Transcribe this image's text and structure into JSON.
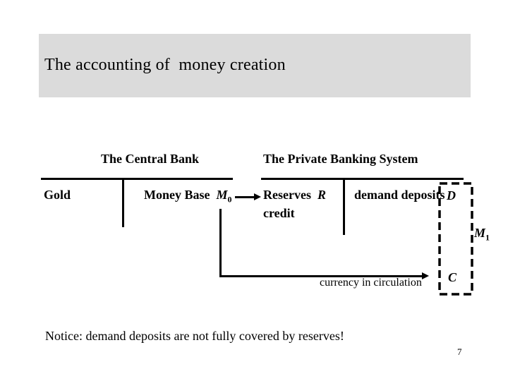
{
  "slide": {
    "title": "The accounting of  money creation",
    "notice": "Notice: demand deposits are not fully covered by reserves!",
    "page_number": "7"
  },
  "central_bank": {
    "header": "The Central Bank",
    "asset_gold": "Gold",
    "liability_money_base": "Money Base",
    "money_base_symbol": "M",
    "money_base_sub": "0"
  },
  "private_bank": {
    "header": "The Private Banking System",
    "asset_reserves": "Reserves",
    "reserves_symbol": "R",
    "asset_credit": "credit",
    "liability_deposits": "demand deposits",
    "deposits_symbol": "D"
  },
  "aggregates": {
    "m1_symbol": "M",
    "m1_sub": "1",
    "currency_symbol": "C",
    "currency_flow_label": "currency in circulation"
  },
  "colors": {
    "title_bg": "#dbdbdb",
    "ink": "#000000"
  }
}
